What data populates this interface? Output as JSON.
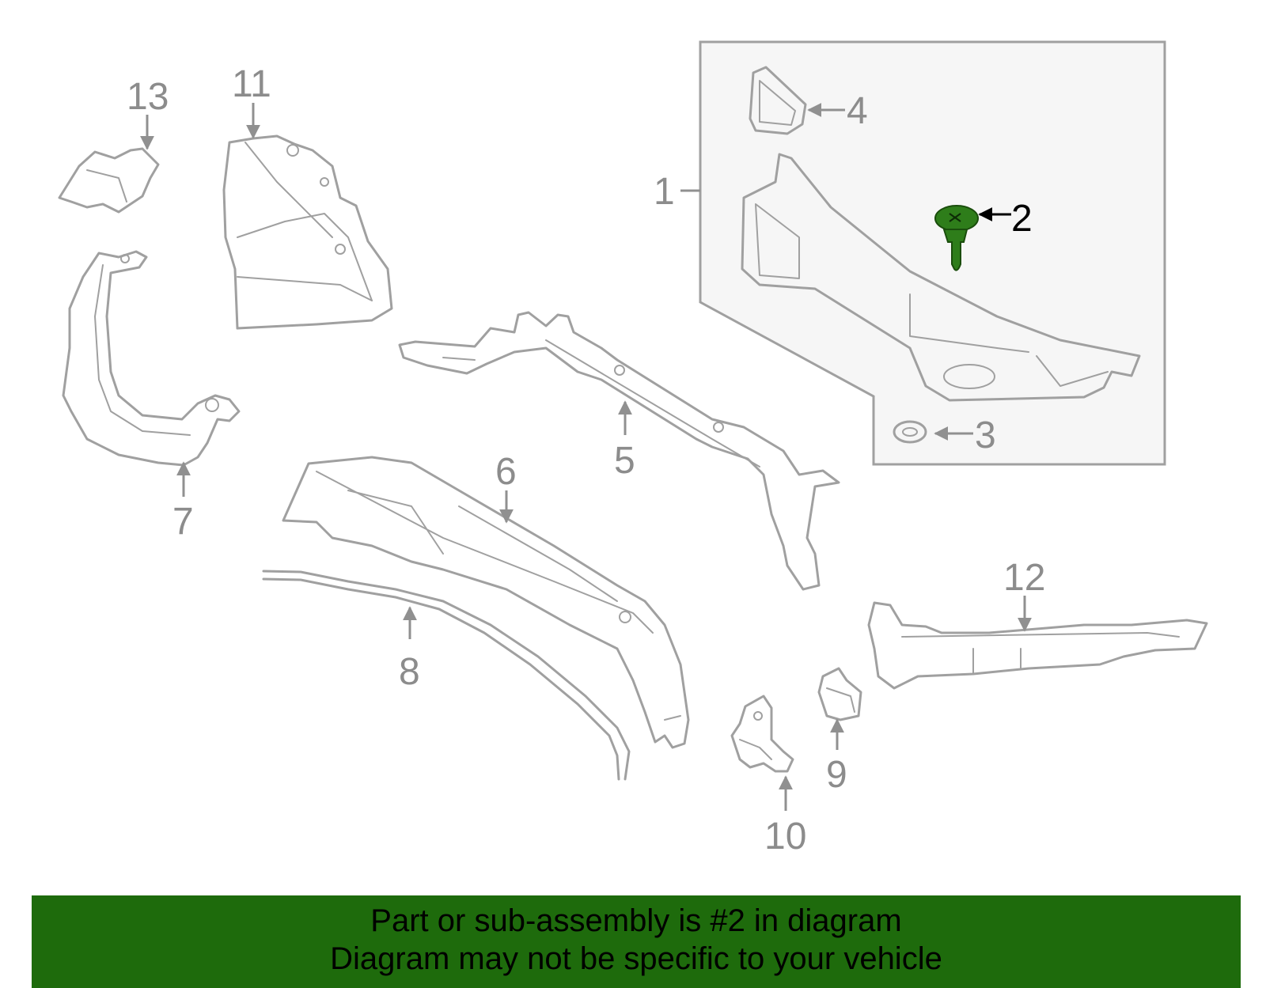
{
  "diagram": {
    "highlight_color": "#2e7d1a",
    "callouts": [
      "1",
      "2",
      "3",
      "4",
      "5",
      "6",
      "7",
      "8",
      "9",
      "10",
      "11",
      "12",
      "13"
    ],
    "highlighted_part": "2"
  },
  "banner": {
    "line1": "Part or sub-assembly is #2 in diagram",
    "line2": "Diagram may not be specific to your vehicle",
    "background": "#1e6b0c"
  }
}
